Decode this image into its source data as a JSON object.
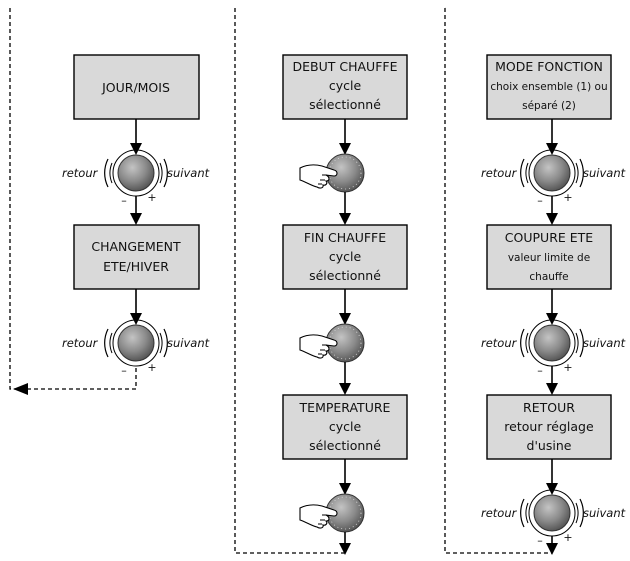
{
  "columns": [
    {
      "boxes": [
        {
          "lines": [
            "JOUR/MOIS"
          ]
        },
        {
          "lines": [
            "CHANGEMENT",
            "ETE/HIVER"
          ]
        }
      ],
      "controls": [
        {
          "type": "knob",
          "left": "retour",
          "right": "suivant",
          "minus": "–",
          "plus": "+"
        },
        {
          "type": "knob",
          "left": "retour",
          "right": "suivant",
          "minus": "–",
          "plus": "+"
        }
      ]
    },
    {
      "boxes": [
        {
          "lines": [
            "DEBUT CHAUFFE",
            "cycle",
            "sélectionné"
          ]
        },
        {
          "lines": [
            "FIN CHAUFFE",
            "cycle",
            "sélectionné"
          ]
        },
        {
          "lines": [
            "TEMPERATURE",
            "cycle",
            "sélectionné"
          ]
        }
      ],
      "controls": [
        {
          "type": "press",
          "icon": "hand-press-icon"
        },
        {
          "type": "press",
          "icon": "hand-press-icon"
        },
        {
          "type": "press",
          "icon": "hand-press-icon"
        }
      ]
    },
    {
      "boxes": [
        {
          "lines": [
            "MODE FONCTION",
            "choix ensemble (1) ou",
            "séparé (2)"
          ]
        },
        {
          "lines": [
            "COUPURE ETE",
            "valeur limite de",
            "chauffe"
          ]
        },
        {
          "lines": [
            "RETOUR",
            "retour réglage",
            "d'usine"
          ]
        }
      ],
      "controls": [
        {
          "type": "knob",
          "left": "retour",
          "right": "suivant",
          "minus": "–",
          "plus": "+"
        },
        {
          "type": "knob",
          "left": "retour",
          "right": "suivant",
          "minus": "–",
          "plus": "+"
        },
        {
          "type": "knob",
          "left": "retour",
          "right": "suivant",
          "minus": "–",
          "plus": "+"
        }
      ]
    }
  ],
  "colors": {
    "box_fill": "#d9d9d9",
    "knob_dark": "#5a5a5a",
    "knob_light": "#bdbdbd",
    "line": "#000000"
  }
}
